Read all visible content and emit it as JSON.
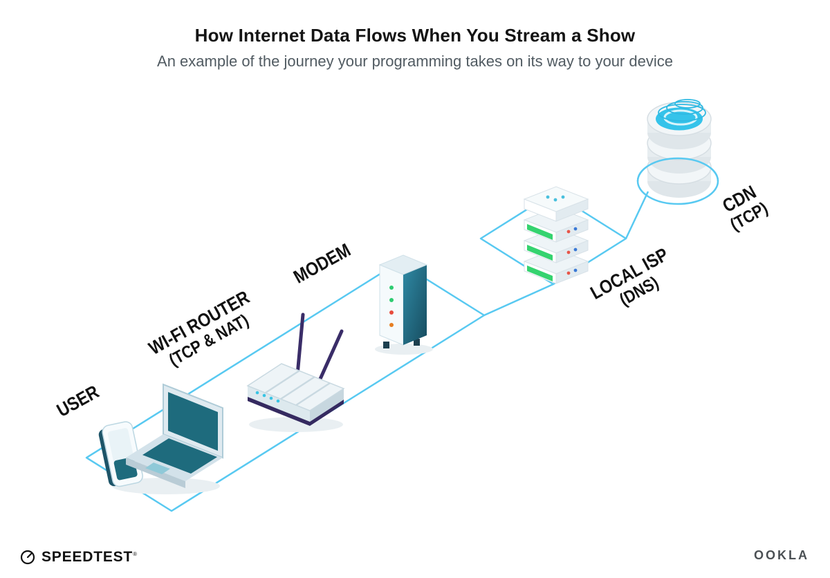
{
  "header": {
    "title": "How Internet Data Flows When You Stream a Show",
    "subtitle": "An example of the journey your programming takes on its way to your device"
  },
  "nodes": [
    {
      "id": "user",
      "label": "USER"
    },
    {
      "id": "wifi-router",
      "label": "WI-FI ROUTER",
      "sublabel": "(TCP & NAT)"
    },
    {
      "id": "modem",
      "label": "MODEM"
    },
    {
      "id": "local-isp",
      "label": "LOCAL ISP",
      "sublabel": "(DNS)"
    },
    {
      "id": "cdn",
      "label": "CDN",
      "sublabel": "(TCP)"
    }
  ],
  "devices": {
    "modem_leds": [
      "#2ecc71",
      "#2ecc71",
      "#e74c3c",
      "#e67e22"
    ],
    "server_stripe_color": "#35d36f",
    "server_dot_red": "#e85548",
    "server_dot_blue": "#3a79d6",
    "cdn_fill_color": "#35c3ea"
  },
  "footer": {
    "speedtest_label": "SPEEDTEST",
    "speedtest_mark": "®",
    "ookla_label": "OOKLA"
  },
  "colors": {
    "path_blue": "#58c9f1",
    "label_black": "#111111",
    "subtitle_gray": "#515b62",
    "device_teal": "#1e6b7d",
    "router_purple": "#3a2d68"
  }
}
